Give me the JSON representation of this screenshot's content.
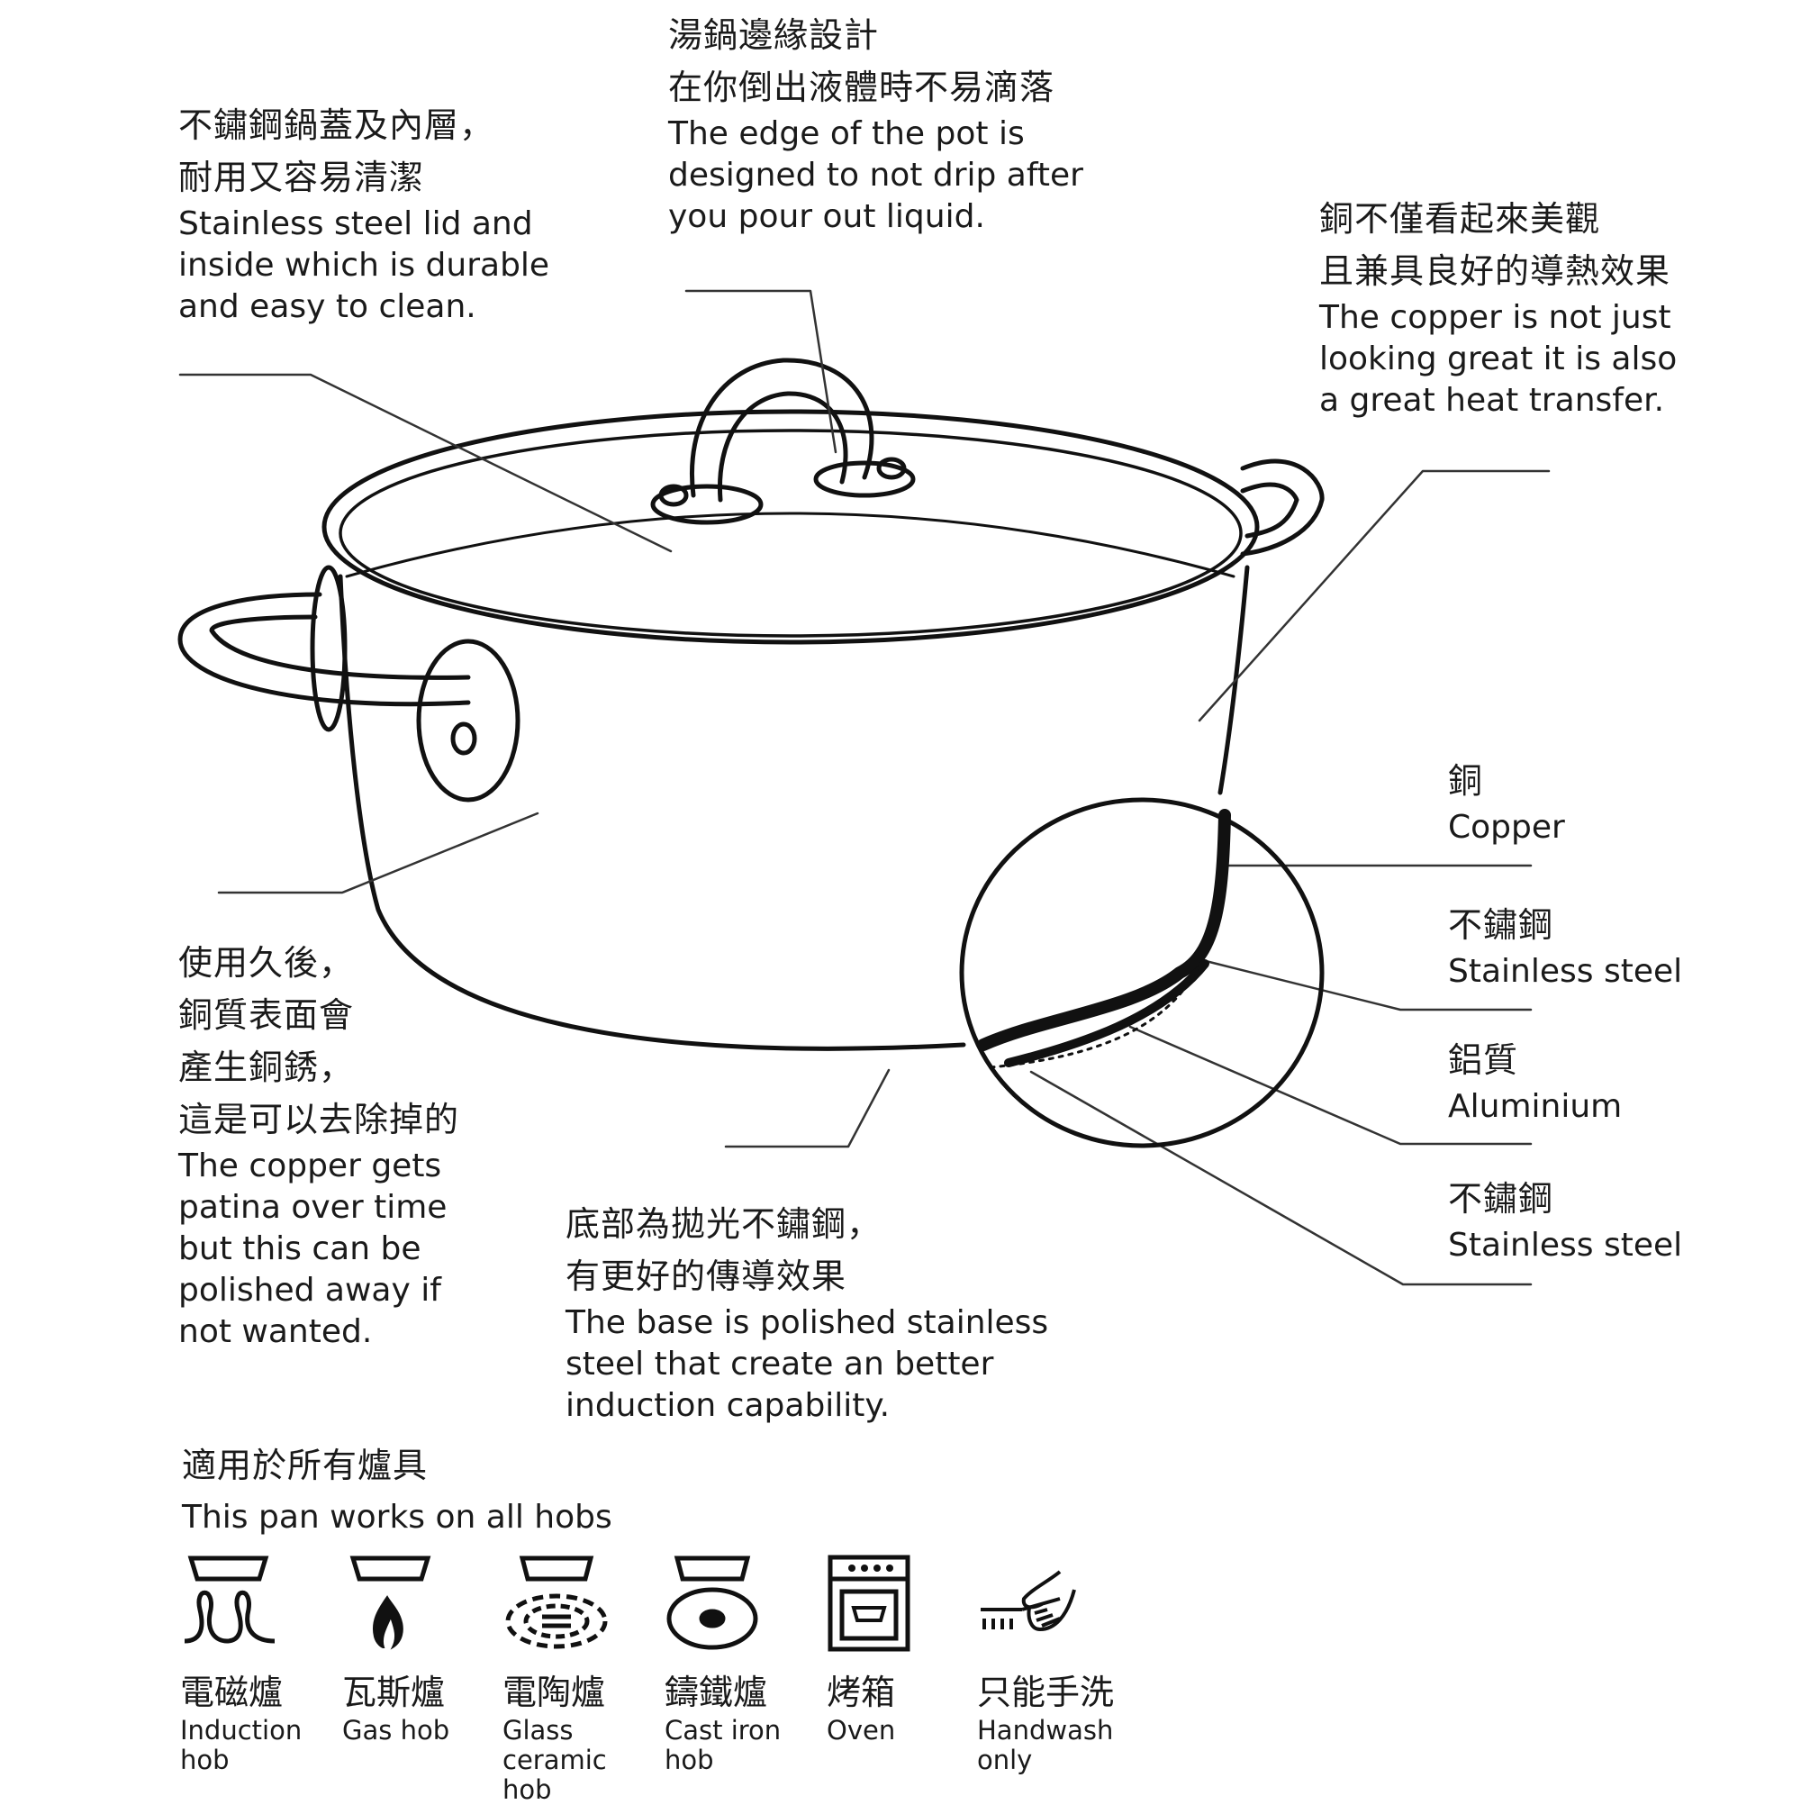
{
  "callouts": {
    "lid": {
      "zh": [
        "不鏽鋼鍋蓋及內層，",
        "耐用又容易清潔"
      ],
      "en": [
        "Stainless steel lid and",
        "inside which is durable",
        "and easy to clean."
      ]
    },
    "rim": {
      "zh": [
        "湯鍋邊緣設計",
        "在你倒出液體時不易滴落"
      ],
      "en": [
        "The edge of the pot is",
        "designed to not drip after",
        "you pour out liquid."
      ]
    },
    "copper": {
      "zh": [
        "銅不僅看起來美觀",
        "且兼具良好的導熱效果"
      ],
      "en": [
        "The copper is not just",
        "looking great it is also",
        "a great heat transfer."
      ]
    },
    "patina": {
      "zh": [
        "使用久後，",
        "銅質表面會",
        "產生銅銹，",
        "這是可以去除掉的"
      ],
      "en": [
        "The copper gets",
        "patina over time",
        "but this can be",
        "polished away if",
        "not wanted."
      ]
    },
    "base": {
      "zh": [
        "底部為拋光不鏽鋼，",
        "有更好的傳導效果"
      ],
      "en": [
        "The base is polished stainless",
        "steel that create an better",
        "induction capability."
      ]
    }
  },
  "layers": [
    {
      "zh": "銅",
      "en": "Copper"
    },
    {
      "zh": "不鏽鋼",
      "en": "Stainless steel"
    },
    {
      "zh": "鋁質",
      "en": "Aluminium"
    },
    {
      "zh": "不鏽鋼",
      "en": "Stainless steel"
    }
  ],
  "hobs_section": {
    "title_zh": "適用於所有爐具",
    "title_en": "This pan works on all hobs",
    "items": [
      {
        "icon": "induction-hob-icon",
        "zh": "電磁爐",
        "en": [
          "Induction",
          "hob"
        ]
      },
      {
        "icon": "gas-hob-icon",
        "zh": "瓦斯爐",
        "en": [
          "Gas hob"
        ]
      },
      {
        "icon": "glass-ceramic-hob-icon",
        "zh": "電陶爐",
        "en": [
          "Glass",
          "ceramic",
          "hob"
        ]
      },
      {
        "icon": "cast-iron-hob-icon",
        "zh": "鑄鐵爐",
        "en": [
          "Cast iron",
          "hob"
        ]
      },
      {
        "icon": "oven-icon",
        "zh": "烤箱",
        "en": [
          "Oven"
        ]
      },
      {
        "icon": "handwash-icon",
        "zh": "只能手洗",
        "en": [
          "Handwash",
          "only"
        ]
      }
    ]
  },
  "colors": {
    "ink": "#1a1a1a",
    "leader": "#333333",
    "background": "#ffffff"
  }
}
